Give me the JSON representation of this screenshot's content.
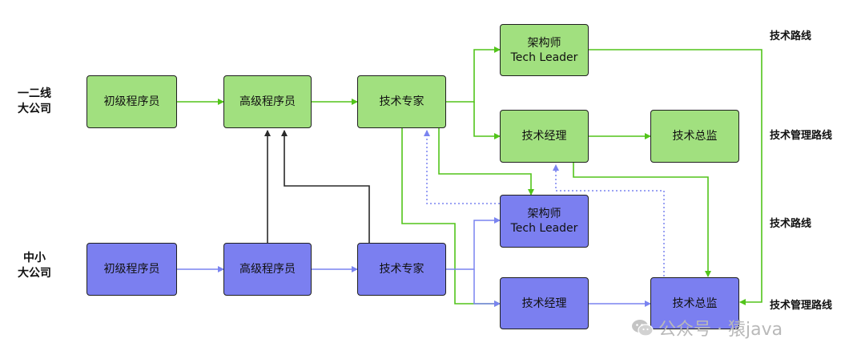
{
  "row_labels": {
    "big_line1": "一二线",
    "big_line2": "大公司",
    "small_line1": "中小",
    "small_line2": "大公司"
  },
  "big": {
    "junior": "初级程序员",
    "senior": "高级程序员",
    "expert": "技术专家",
    "architect_cn": "架构师",
    "architect_en": "Tech Leader",
    "manager": "技术经理",
    "director": "技术总监"
  },
  "small": {
    "junior": "初级程序员",
    "senior": "高级程序员",
    "expert": "技术专家",
    "architect_cn": "架构师",
    "architect_en": "Tech Leader",
    "manager": "技术经理",
    "director": "技术总监"
  },
  "path_labels": {
    "tech_route_top": "技术路线",
    "tech_mgmt_route_top": "技术管理路线",
    "tech_route_bottom": "技术路线",
    "tech_mgmt_route_bottom": "技术管理路线"
  },
  "watermark": "公众号 · 猿java",
  "colors": {
    "big_company_box": "#a1e07f",
    "small_company_box": "#7b7ff0",
    "green_arrow": "#52c41a",
    "blue_arrow": "#7a84f0",
    "black_arrow": "#2a2a2a"
  }
}
